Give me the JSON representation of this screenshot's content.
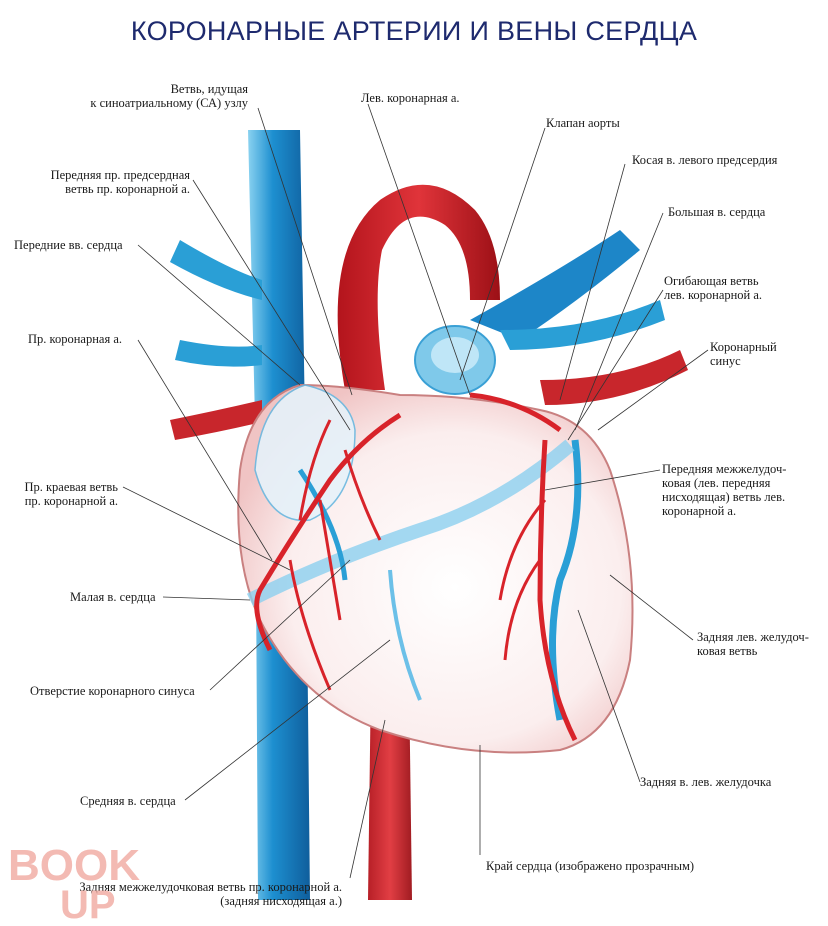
{
  "title": "КОРОНАРНЫЕ АРТЕРИИ И ВЕНЫ СЕРДЦА",
  "labels": {
    "sa_branch_1": "Ветвь, идущая",
    "sa_branch_2": "к синоатриальному (СА) узлу",
    "left_coronary": "Лев. коронарная а.",
    "aortic_valve": "Клапан аорты",
    "oblique_vein": "Косая в. левого предсердия",
    "great_cardiac_vein": "Большая в. сердца",
    "circumflex_1": "Огибающая ветвь",
    "circumflex_2": "лев. коронарной а.",
    "coronary_sinus_1": "Коронарный",
    "coronary_sinus_2": "синус",
    "lad_1": "Передняя межжелудоч-",
    "lad_2": "ковая (лев. передняя",
    "lad_3": "нисходящая) ветвь лев.",
    "lad_4": "коронарной а.",
    "post_lv_branch_1": "Задняя лев. желудоч-",
    "post_lv_branch_2": "ковая ветвь",
    "post_lv_vein": "Задняя в. лев. желудочка",
    "heart_border": "Край сердца (изображено прозрачным)",
    "ant_atrial_1": "Передняя пр. предсердная",
    "ant_atrial_2": "ветвь пр. коронарной а.",
    "ant_cardiac_veins": "Передние вв. сердца",
    "right_coronary": "Пр. коронарная а.",
    "right_marginal_1": "Пр. краевая ветвь",
    "right_marginal_2": "пр. коронарной а.",
    "small_cardiac_vein": "Малая в. сердца",
    "sinus_opening": "Отверстие коронарного синуса",
    "middle_cardiac_vein": "Средняя в. сердца",
    "pda_1": "Задняя межжелудочковая ветвь пр. коронарной а.",
    "pda_2": "(задняя нисходящая а.)"
  },
  "watermark": "BOOK UP",
  "colors": {
    "artery": "#d8232a",
    "vein": "#2a9fd6",
    "title": "#1e2a6e",
    "leader": "#333333"
  }
}
